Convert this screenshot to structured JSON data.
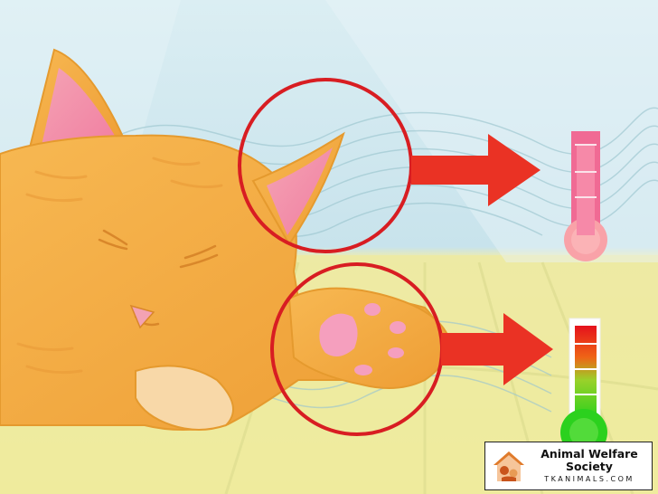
{
  "illustration": {
    "subject": "sleeping-orange-cat",
    "highlights": [
      {
        "part": "ear",
        "arrow": "right-arrow",
        "indicator": "thermometer",
        "level": 0.85,
        "color": "#f06a94"
      },
      {
        "part": "paw",
        "arrow": "right-arrow",
        "indicator": "thermometer",
        "level": 0.85,
        "colors": [
          "#e8141c",
          "#8ed12e",
          "#2bd11e"
        ]
      }
    ],
    "colors": {
      "highlight_circle": "#d81d22",
      "arrow": "#ea3224",
      "cat_fur": "#f2a640",
      "sky": "#cfe6ee",
      "floor": "#ebe69a"
    }
  },
  "logo": {
    "line1": "Animal Welfare",
    "line2": "Society",
    "site": "TKANIMALS.COM"
  }
}
